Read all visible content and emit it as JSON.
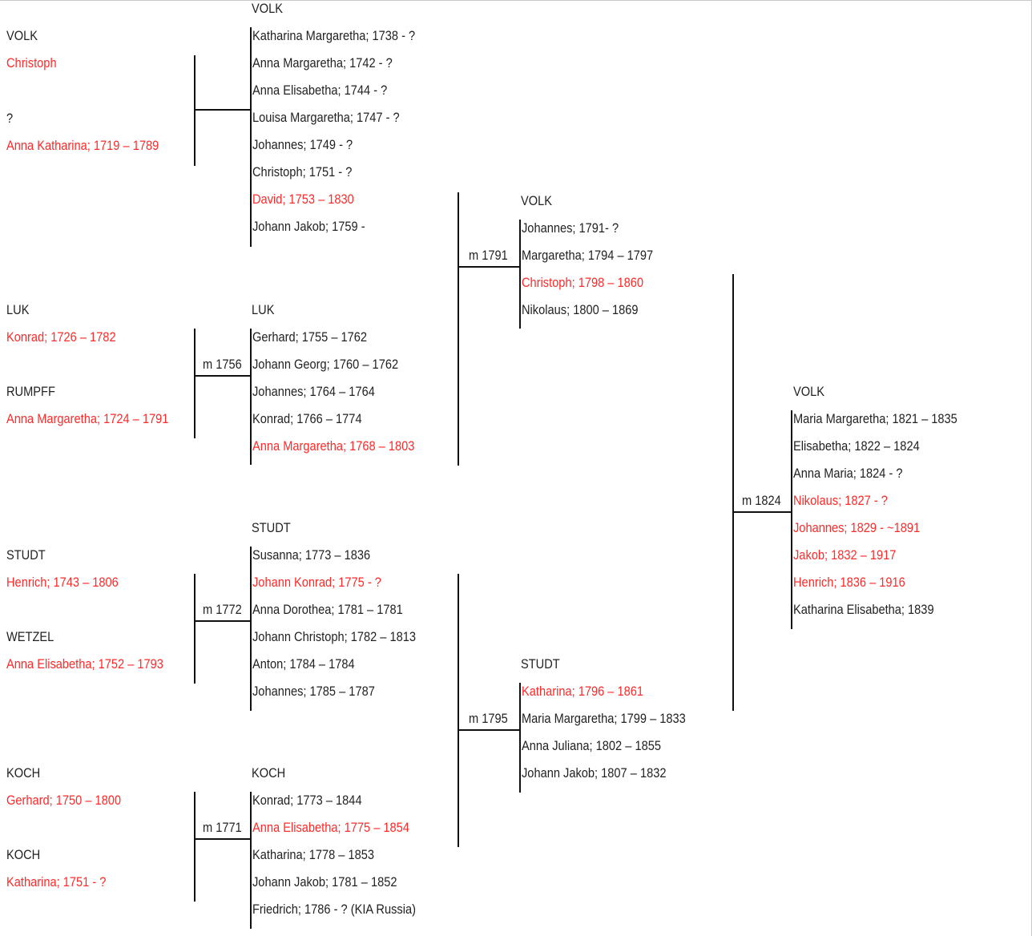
{
  "colors": {
    "background": "#ffffff",
    "text": "#222222",
    "highlight": "#ff2a2a",
    "lines": "#111111"
  },
  "couples": [
    {
      "people": [
        {
          "surname": "VOLK",
          "name": "Christoph"
        },
        {
          "surname": "?",
          "name": "Anna Katharina; 1719 – 1789"
        }
      ],
      "marriage": "",
      "family": "VOLK",
      "children": [
        {
          "text": "Katharina Margaretha; 1738 - ?",
          "line": false
        },
        {
          "text": "Anna Margaretha; 1742 - ?",
          "line": false
        },
        {
          "text": "Anna Elisabetha; 1744 - ?",
          "line": false
        },
        {
          "text": "Louisa Margaretha; 1747 - ?",
          "line": false
        },
        {
          "text": "Johannes; 1749 - ?",
          "line": false
        },
        {
          "text": "Christoph; 1751 - ?",
          "line": false
        },
        {
          "text": "David; 1753 – 1830",
          "line": true
        },
        {
          "text": "Johann Jakob; 1759 -",
          "line": false
        }
      ]
    },
    {
      "people": [
        {
          "surname": "LUK",
          "name": "Konrad; 1726 – 1782"
        },
        {
          "surname": "RUMPFF",
          "name": "Anna Margaretha; 1724 – 1791"
        }
      ],
      "marriage": "m 1756",
      "family": "LUK",
      "children": [
        {
          "text": "Gerhard; 1755 – 1762",
          "line": false
        },
        {
          "text": "Johann Georg; 1760 – 1762",
          "line": false
        },
        {
          "text": "Johannes; 1764 – 1764",
          "line": false
        },
        {
          "text": "Konrad; 1766 – 1774",
          "line": false
        },
        {
          "text": "Anna Margaretha; 1768 – 1803",
          "line": true
        }
      ]
    },
    {
      "people": [
        {
          "surname": "STUDT",
          "name": "Henrich; 1743 – 1806"
        },
        {
          "surname": "WETZEL",
          "name": "Anna Elisabetha; 1752 – 1793"
        }
      ],
      "marriage": "m 1772",
      "family": "STUDT",
      "children": [
        {
          "text": "Susanna; 1773 – 1836",
          "line": false
        },
        {
          "text": "Johann Konrad; 1775 - ?",
          "line": true
        },
        {
          "text": "Anna Dorothea; 1781 – 1781",
          "line": false
        },
        {
          "text": "Johann Christoph; 1782 – 1813",
          "line": false
        },
        {
          "text": "Anton; 1784 – 1784",
          "line": false
        },
        {
          "text": "Johannes; 1785 – 1787",
          "line": false
        }
      ]
    },
    {
      "people": [
        {
          "surname": "KOCH",
          "name": "Gerhard; 1750 – 1800"
        },
        {
          "surname": "KOCH",
          "name": "Katharina; 1751 - ?"
        }
      ],
      "marriage": "m 1771",
      "family": "KOCH",
      "children": [
        {
          "text": "Konrad; 1773 – 1844",
          "line": false
        },
        {
          "text": "Anna Elisabetha; 1775 – 1854",
          "line": true
        },
        {
          "text": "Katharina; 1778 – 1853",
          "line": false
        },
        {
          "text": "Johann Jakob; 1781 – 1852",
          "line": false
        },
        {
          "text": "Friedrich; 1786 - ? (KIA Russia)",
          "line": false
        }
      ]
    },
    {
      "marriage": "m 1791",
      "family": "VOLK",
      "children": [
        {
          "text": "Johannes; 1791- ?",
          "line": false
        },
        {
          "text": "Margaretha; 1794 – 1797",
          "line": false
        },
        {
          "text": "Christoph; 1798 – 1860",
          "line": true
        },
        {
          "text": "Nikolaus; 1800 – 1869",
          "line": false
        }
      ]
    },
    {
      "marriage": "m 1795",
      "family": "STUDT",
      "children": [
        {
          "text": "Katharina; 1796 – 1861",
          "line": true
        },
        {
          "text": "Maria Margaretha; 1799 – 1833",
          "line": false
        },
        {
          "text": "Anna Juliana; 1802 – 1855",
          "line": false
        },
        {
          "text": "Johann Jakob; 1807 – 1832",
          "line": false
        }
      ]
    },
    {
      "marriage": "m 1824",
      "family": "VOLK",
      "children": [
        {
          "text": "Maria Margaretha; 1821 – 1835",
          "line": false
        },
        {
          "text": "Elisabetha; 1822 – 1824",
          "line": false
        },
        {
          "text": "Anna Maria; 1824 - ?",
          "line": false
        },
        {
          "text": "Nikolaus; 1827 - ?",
          "line": true
        },
        {
          "text": "Johannes; 1829 - ~1891",
          "line": true
        },
        {
          "text": "Jakob; 1832 – 1917",
          "line": true
        },
        {
          "text": "Henrich; 1836 – 1916",
          "line": true
        },
        {
          "text": "Katharina Elisabetha; 1839",
          "line": false
        }
      ]
    }
  ]
}
